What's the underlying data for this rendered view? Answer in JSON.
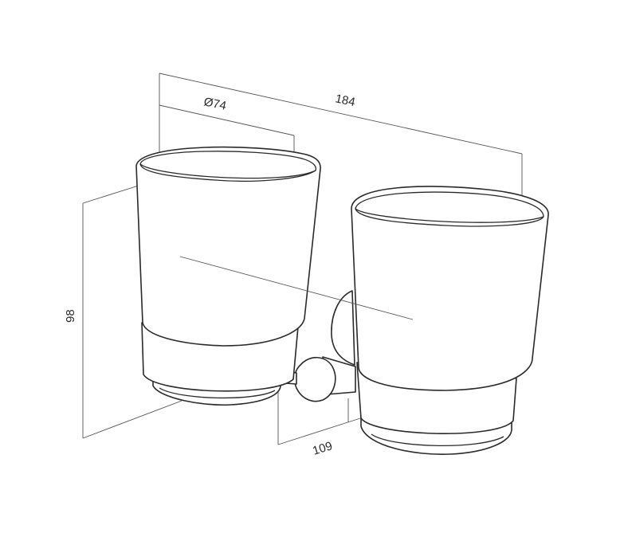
{
  "drawing": {
    "colors": {
      "line": "#2a2a2a",
      "dimension_line": "#555555",
      "background": "#ffffff"
    },
    "dimensions": {
      "cup_diameter": "Ø74",
      "overall_width": "184",
      "height": "98",
      "projection": "109"
    }
  }
}
